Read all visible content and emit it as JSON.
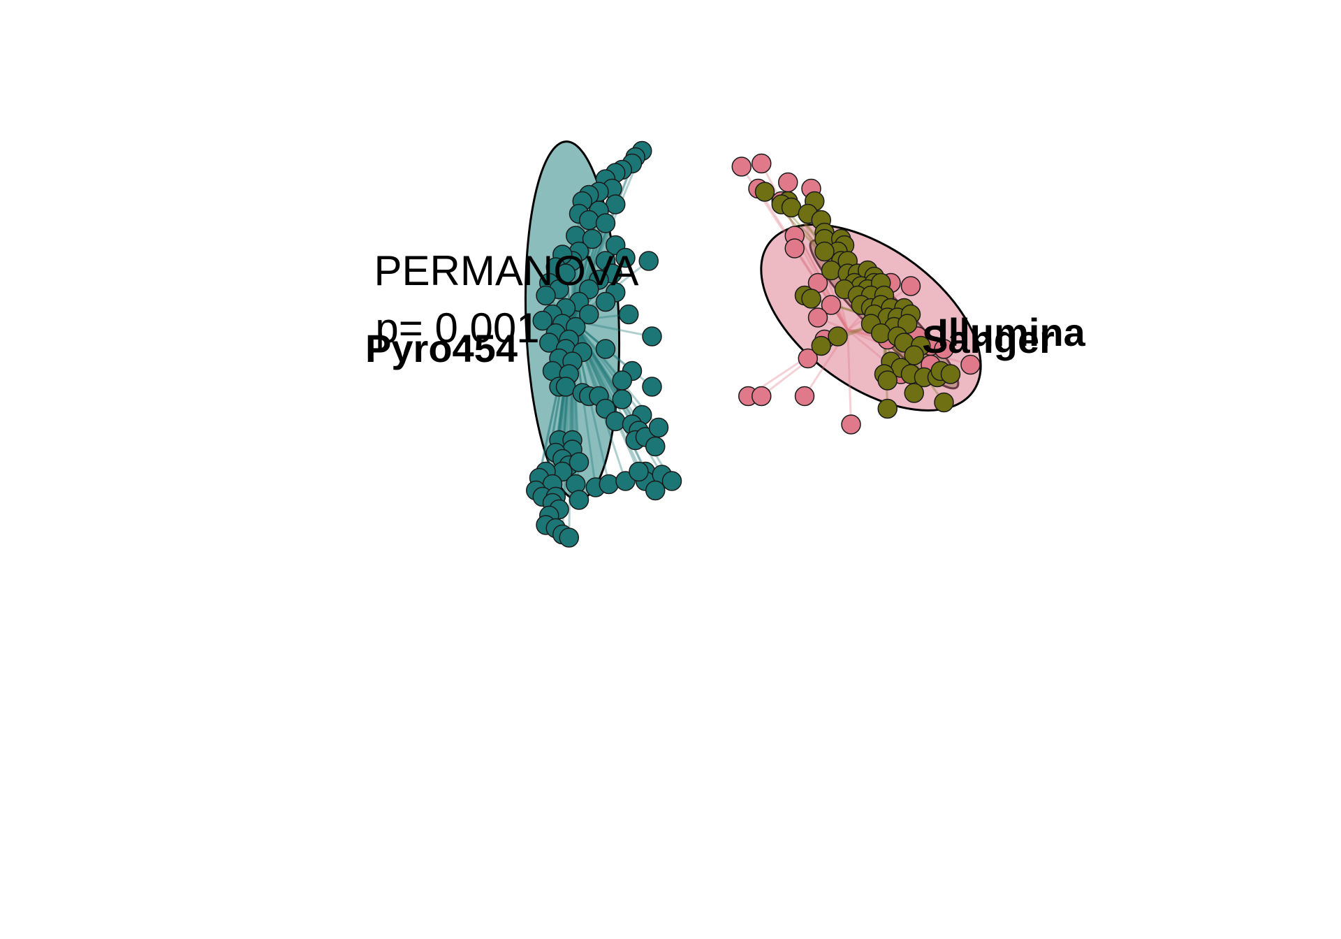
{
  "chart_data": {
    "type": "scatter",
    "title": "",
    "xlabel": "",
    "ylabel": "",
    "axes_shown": false,
    "grid": false,
    "legend": "none",
    "xlim": [
      -1.0,
      1.0
    ],
    "ylim": [
      -1.0,
      1.0
    ],
    "annotation": {
      "line1": "PERMANOVA",
      "line2": "p= 0.001"
    },
    "series": [
      {
        "name": "Pyro454",
        "color": "#1d7676",
        "fill": "#8bbdbd",
        "centroid": [
          -0.38,
          0.18
        ],
        "ellipse": {
          "center": [
            -0.38,
            0.18
          ],
          "rx": 0.14,
          "ry": 0.57,
          "angle": -2
        },
        "points": [
          [
            -0.17,
            0.72
          ],
          [
            -0.19,
            0.7
          ],
          [
            -0.2,
            0.68
          ],
          [
            -0.23,
            0.66
          ],
          [
            -0.25,
            0.65
          ],
          [
            -0.28,
            0.63
          ],
          [
            -0.26,
            0.6
          ],
          [
            -0.3,
            0.59
          ],
          [
            -0.25,
            0.55
          ],
          [
            -0.33,
            0.58
          ],
          [
            -0.35,
            0.56
          ],
          [
            -0.3,
            0.53
          ],
          [
            -0.36,
            0.52
          ],
          [
            -0.33,
            0.5
          ],
          [
            -0.28,
            0.49
          ],
          [
            -0.37,
            0.45
          ],
          [
            -0.32,
            0.44
          ],
          [
            -0.25,
            0.42
          ],
          [
            -0.36,
            0.4
          ],
          [
            -0.38,
            0.37
          ],
          [
            -0.41,
            0.39
          ],
          [
            -0.28,
            0.37
          ],
          [
            -0.22,
            0.38
          ],
          [
            -0.15,
            0.37
          ],
          [
            -0.43,
            0.35
          ],
          [
            -0.4,
            0.33
          ],
          [
            -0.26,
            0.33
          ],
          [
            -0.3,
            0.31
          ],
          [
            -0.45,
            0.3
          ],
          [
            -0.42,
            0.28
          ],
          [
            -0.33,
            0.28
          ],
          [
            -0.25,
            0.27
          ],
          [
            -0.46,
            0.26
          ],
          [
            -0.36,
            0.24
          ],
          [
            -0.28,
            0.24
          ],
          [
            -0.4,
            0.22
          ],
          [
            -0.44,
            0.2
          ],
          [
            -0.33,
            0.2
          ],
          [
            -0.47,
            0.18
          ],
          [
            -0.41,
            0.17
          ],
          [
            -0.37,
            0.16
          ],
          [
            -0.21,
            0.2
          ],
          [
            -0.43,
            0.14
          ],
          [
            -0.39,
            0.12
          ],
          [
            -0.14,
            0.13
          ],
          [
            -0.45,
            0.11
          ],
          [
            -0.4,
            0.09
          ],
          [
            -0.35,
            0.08
          ],
          [
            -0.28,
            0.09
          ],
          [
            -0.42,
            0.06
          ],
          [
            -0.38,
            0.05
          ],
          [
            -0.44,
            0.02
          ],
          [
            -0.39,
            0.01
          ],
          [
            -0.2,
            0.02
          ],
          [
            -0.23,
            -0.01
          ],
          [
            -0.14,
            -0.03
          ],
          [
            -0.42,
            -0.03
          ],
          [
            -0.4,
            -0.03
          ],
          [
            -0.35,
            -0.05
          ],
          [
            -0.33,
            -0.06
          ],
          [
            -0.3,
            -0.06
          ],
          [
            -0.23,
            -0.07
          ],
          [
            -0.28,
            -0.1
          ],
          [
            -0.17,
            -0.12
          ],
          [
            -0.25,
            -0.14
          ],
          [
            -0.2,
            -0.15
          ],
          [
            -0.18,
            -0.17
          ],
          [
            -0.19,
            -0.2
          ],
          [
            -0.16,
            -0.19
          ],
          [
            -0.13,
            -0.22
          ],
          [
            -0.12,
            -0.16
          ],
          [
            -0.42,
            -0.2
          ],
          [
            -0.38,
            -0.2
          ],
          [
            -0.38,
            -0.23
          ],
          [
            -0.43,
            -0.24
          ],
          [
            -0.41,
            -0.26
          ],
          [
            -0.39,
            -0.28
          ],
          [
            -0.36,
            -0.27
          ],
          [
            -0.41,
            -0.3
          ],
          [
            -0.46,
            -0.3
          ],
          [
            -0.48,
            -0.32
          ],
          [
            -0.44,
            -0.34
          ],
          [
            -0.37,
            -0.34
          ],
          [
            -0.31,
            -0.35
          ],
          [
            -0.49,
            -0.36
          ],
          [
            -0.47,
            -0.38
          ],
          [
            -0.43,
            -0.38
          ],
          [
            -0.44,
            -0.4
          ],
          [
            -0.42,
            -0.42
          ],
          [
            -0.36,
            -0.39
          ],
          [
            -0.27,
            -0.34
          ],
          [
            -0.22,
            -0.33
          ],
          [
            -0.16,
            -0.3
          ],
          [
            -0.16,
            -0.33
          ],
          [
            -0.11,
            -0.31
          ],
          [
            -0.45,
            -0.44
          ],
          [
            -0.46,
            -0.47
          ],
          [
            -0.43,
            -0.48
          ],
          [
            -0.41,
            -0.5
          ],
          [
            -0.39,
            -0.51
          ],
          [
            -0.18,
            -0.3
          ],
          [
            -0.13,
            -0.36
          ],
          [
            -0.08,
            -0.33
          ]
        ]
      },
      {
        "name": "Sanger",
        "color": "#e07a8a",
        "fill": "#edb9c2",
        "centroid": [
          0.45,
          0.15
        ],
        "ellipse": {
          "center": [
            0.52,
            0.19
          ],
          "rx": 0.38,
          "ry": 0.22,
          "angle": 36
        },
        "points": [
          [
            0.13,
            0.67
          ],
          [
            0.19,
            0.68
          ],
          [
            0.27,
            0.62
          ],
          [
            0.34,
            0.6
          ],
          [
            0.18,
            0.6
          ],
          [
            0.25,
            0.56
          ],
          [
            0.29,
            0.45
          ],
          [
            0.29,
            0.41
          ],
          [
            0.36,
            0.3
          ],
          [
            0.4,
            0.23
          ],
          [
            0.58,
            0.3
          ],
          [
            0.64,
            0.29
          ],
          [
            0.36,
            0.19
          ],
          [
            0.62,
            0.15
          ],
          [
            0.66,
            0.13
          ],
          [
            0.38,
            0.12
          ],
          [
            0.57,
            0.12
          ],
          [
            0.7,
            0.1
          ],
          [
            0.33,
            0.06
          ],
          [
            0.74,
            0.09
          ],
          [
            0.7,
            0.04
          ],
          [
            0.82,
            0.04
          ],
          [
            0.61,
            0.01
          ],
          [
            0.15,
            -0.06
          ],
          [
            0.19,
            -0.06
          ],
          [
            0.32,
            -0.06
          ],
          [
            0.46,
            -0.15
          ]
        ]
      },
      {
        "name": "Illumina",
        "color": "#6f7013",
        "fill": "#b5897a",
        "centroid": [
          0.56,
          0.18
        ],
        "ellipse": {
          "center": [
            0.56,
            0.2
          ],
          "rx": 0.31,
          "ry": 0.06,
          "angle": 45
        },
        "points": [
          [
            0.2,
            0.59
          ],
          [
            0.27,
            0.56
          ],
          [
            0.35,
            0.56
          ],
          [
            0.25,
            0.55
          ],
          [
            0.28,
            0.54
          ],
          [
            0.33,
            0.52
          ],
          [
            0.37,
            0.5
          ],
          [
            0.38,
            0.46
          ],
          [
            0.38,
            0.44
          ],
          [
            0.43,
            0.44
          ],
          [
            0.44,
            0.42
          ],
          [
            0.42,
            0.4
          ],
          [
            0.38,
            0.4
          ],
          [
            0.43,
            0.37
          ],
          [
            0.45,
            0.37
          ],
          [
            0.4,
            0.34
          ],
          [
            0.45,
            0.33
          ],
          [
            0.48,
            0.33
          ],
          [
            0.51,
            0.34
          ],
          [
            0.53,
            0.32
          ],
          [
            0.47,
            0.3
          ],
          [
            0.49,
            0.29
          ],
          [
            0.53,
            0.3
          ],
          [
            0.51,
            0.28
          ],
          [
            0.55,
            0.3
          ],
          [
            0.44,
            0.28
          ],
          [
            0.48,
            0.26
          ],
          [
            0.52,
            0.26
          ],
          [
            0.56,
            0.26
          ],
          [
            0.32,
            0.26
          ],
          [
            0.34,
            0.25
          ],
          [
            0.49,
            0.23
          ],
          [
            0.52,
            0.22
          ],
          [
            0.55,
            0.23
          ],
          [
            0.58,
            0.22
          ],
          [
            0.62,
            0.22
          ],
          [
            0.53,
            0.2
          ],
          [
            0.57,
            0.19
          ],
          [
            0.6,
            0.19
          ],
          [
            0.64,
            0.2
          ],
          [
            0.52,
            0.17
          ],
          [
            0.59,
            0.16
          ],
          [
            0.63,
            0.17
          ],
          [
            0.55,
            0.14
          ],
          [
            0.6,
            0.13
          ],
          [
            0.62,
            0.11
          ],
          [
            0.67,
            0.1
          ],
          [
            0.37,
            0.1
          ],
          [
            0.42,
            0.13
          ],
          [
            0.65,
            0.07
          ],
          [
            0.58,
            0.05
          ],
          [
            0.61,
            0.03
          ],
          [
            0.56,
            0.01
          ],
          [
            0.64,
            0.01
          ],
          [
            0.68,
            0.0
          ],
          [
            0.72,
            0.0
          ],
          [
            0.73,
            0.02
          ],
          [
            0.76,
            0.01
          ],
          [
            0.57,
            -0.01
          ],
          [
            0.65,
            -0.05
          ],
          [
            0.74,
            -0.08
          ],
          [
            0.57,
            -0.1
          ]
        ]
      }
    ]
  }
}
